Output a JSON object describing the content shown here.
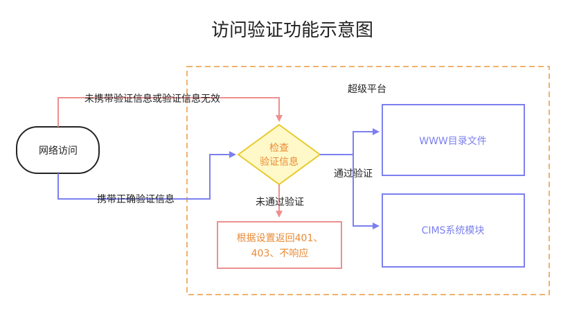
{
  "title": "访问验证功能示意图",
  "platform": {
    "label": "超级平台"
  },
  "nodes": {
    "start": {
      "label": "网络访问"
    },
    "check": {
      "line1": "检查",
      "line2": "验证信息"
    },
    "www": {
      "label": "WWW目录文件"
    },
    "cims": {
      "label": "CIMS系统模块"
    },
    "reject": {
      "line1": "根据设置返回401、",
      "line2": "403、不响应"
    }
  },
  "edges": {
    "invalid": "未携带验证信息或验证信息无效",
    "valid": "携带正确验证信息",
    "passed": "通过验证",
    "failed": "未通过验证"
  },
  "colors": {
    "orange_dashed": "#F0B16B",
    "blue": "#7B7FEF",
    "red": "#EE8F8F",
    "yellow": "#E7C92B",
    "yellow_fill": "#FFF9C9",
    "orange_text": "#EA8A36",
    "dark": "#333333"
  }
}
